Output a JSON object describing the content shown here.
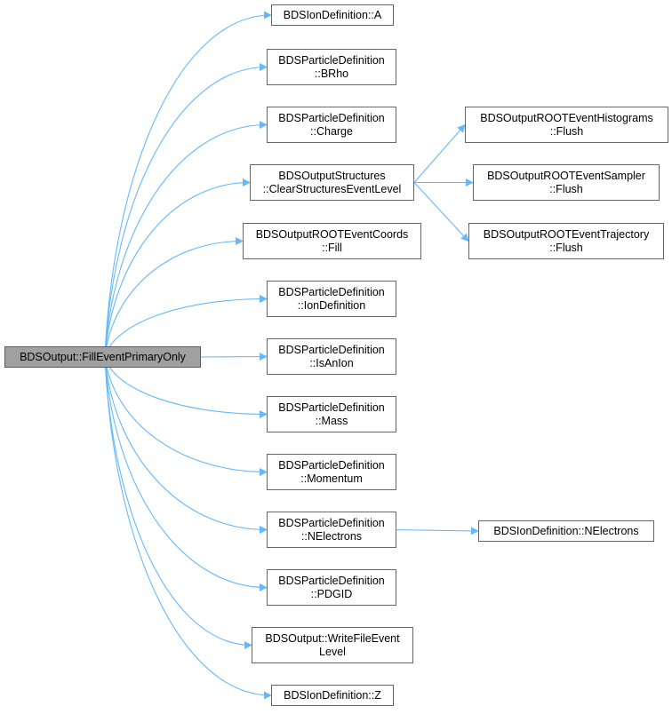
{
  "diagram": {
    "type": "call-graph",
    "edge_color": "#63b8ff",
    "root_fill": "#a0a0a0",
    "nodes": {
      "root": [
        "BDSOutput::FillEventPrimaryOnly"
      ],
      "ion_a": [
        "BDSIonDefinition::A"
      ],
      "brho": [
        "BDSParticleDefinition",
        "::BRho"
      ],
      "charge": [
        "BDSParticleDefinition",
        "::Charge"
      ],
      "clear": [
        "BDSOutputStructures",
        "::ClearStructuresEventLevel"
      ],
      "coords_fill": [
        "BDSOutputROOTEventCoords",
        "::Fill"
      ],
      "ion_definition": [
        "BDSParticleDefinition",
        "::IonDefinition"
      ],
      "is_an_ion": [
        "BDSParticleDefinition",
        "::IsAnIon"
      ],
      "mass": [
        "BDSParticleDefinition",
        "::Mass"
      ],
      "momentum": [
        "BDSParticleDefinition",
        "::Momentum"
      ],
      "nelectrons": [
        "BDSParticleDefinition",
        "::NElectrons"
      ],
      "pdgid": [
        "BDSParticleDefinition",
        "::PDGID"
      ],
      "write_file": [
        "BDSOutput::WriteFileEvent",
        "Level"
      ],
      "ion_z": [
        "BDSIonDefinition::Z"
      ],
      "hist_flush": [
        "BDSOutputROOTEventHistograms",
        "::Flush"
      ],
      "sampler_flush": [
        "BDSOutputROOTEventSampler",
        "::Flush"
      ],
      "traj_flush": [
        "BDSOutputROOTEventTrajectory",
        "::Flush"
      ],
      "ion_nelectrons": [
        "BDSIonDefinition::NElectrons"
      ]
    },
    "edges": [
      [
        "root",
        "ion_a"
      ],
      [
        "root",
        "brho"
      ],
      [
        "root",
        "charge"
      ],
      [
        "root",
        "clear"
      ],
      [
        "root",
        "coords_fill"
      ],
      [
        "root",
        "ion_definition"
      ],
      [
        "root",
        "is_an_ion"
      ],
      [
        "root",
        "mass"
      ],
      [
        "root",
        "momentum"
      ],
      [
        "root",
        "nelectrons"
      ],
      [
        "root",
        "pdgid"
      ],
      [
        "root",
        "write_file"
      ],
      [
        "root",
        "ion_z"
      ],
      [
        "clear",
        "hist_flush"
      ],
      [
        "clear",
        "sampler_flush"
      ],
      [
        "clear",
        "traj_flush"
      ],
      [
        "nelectrons",
        "ion_nelectrons"
      ]
    ]
  }
}
